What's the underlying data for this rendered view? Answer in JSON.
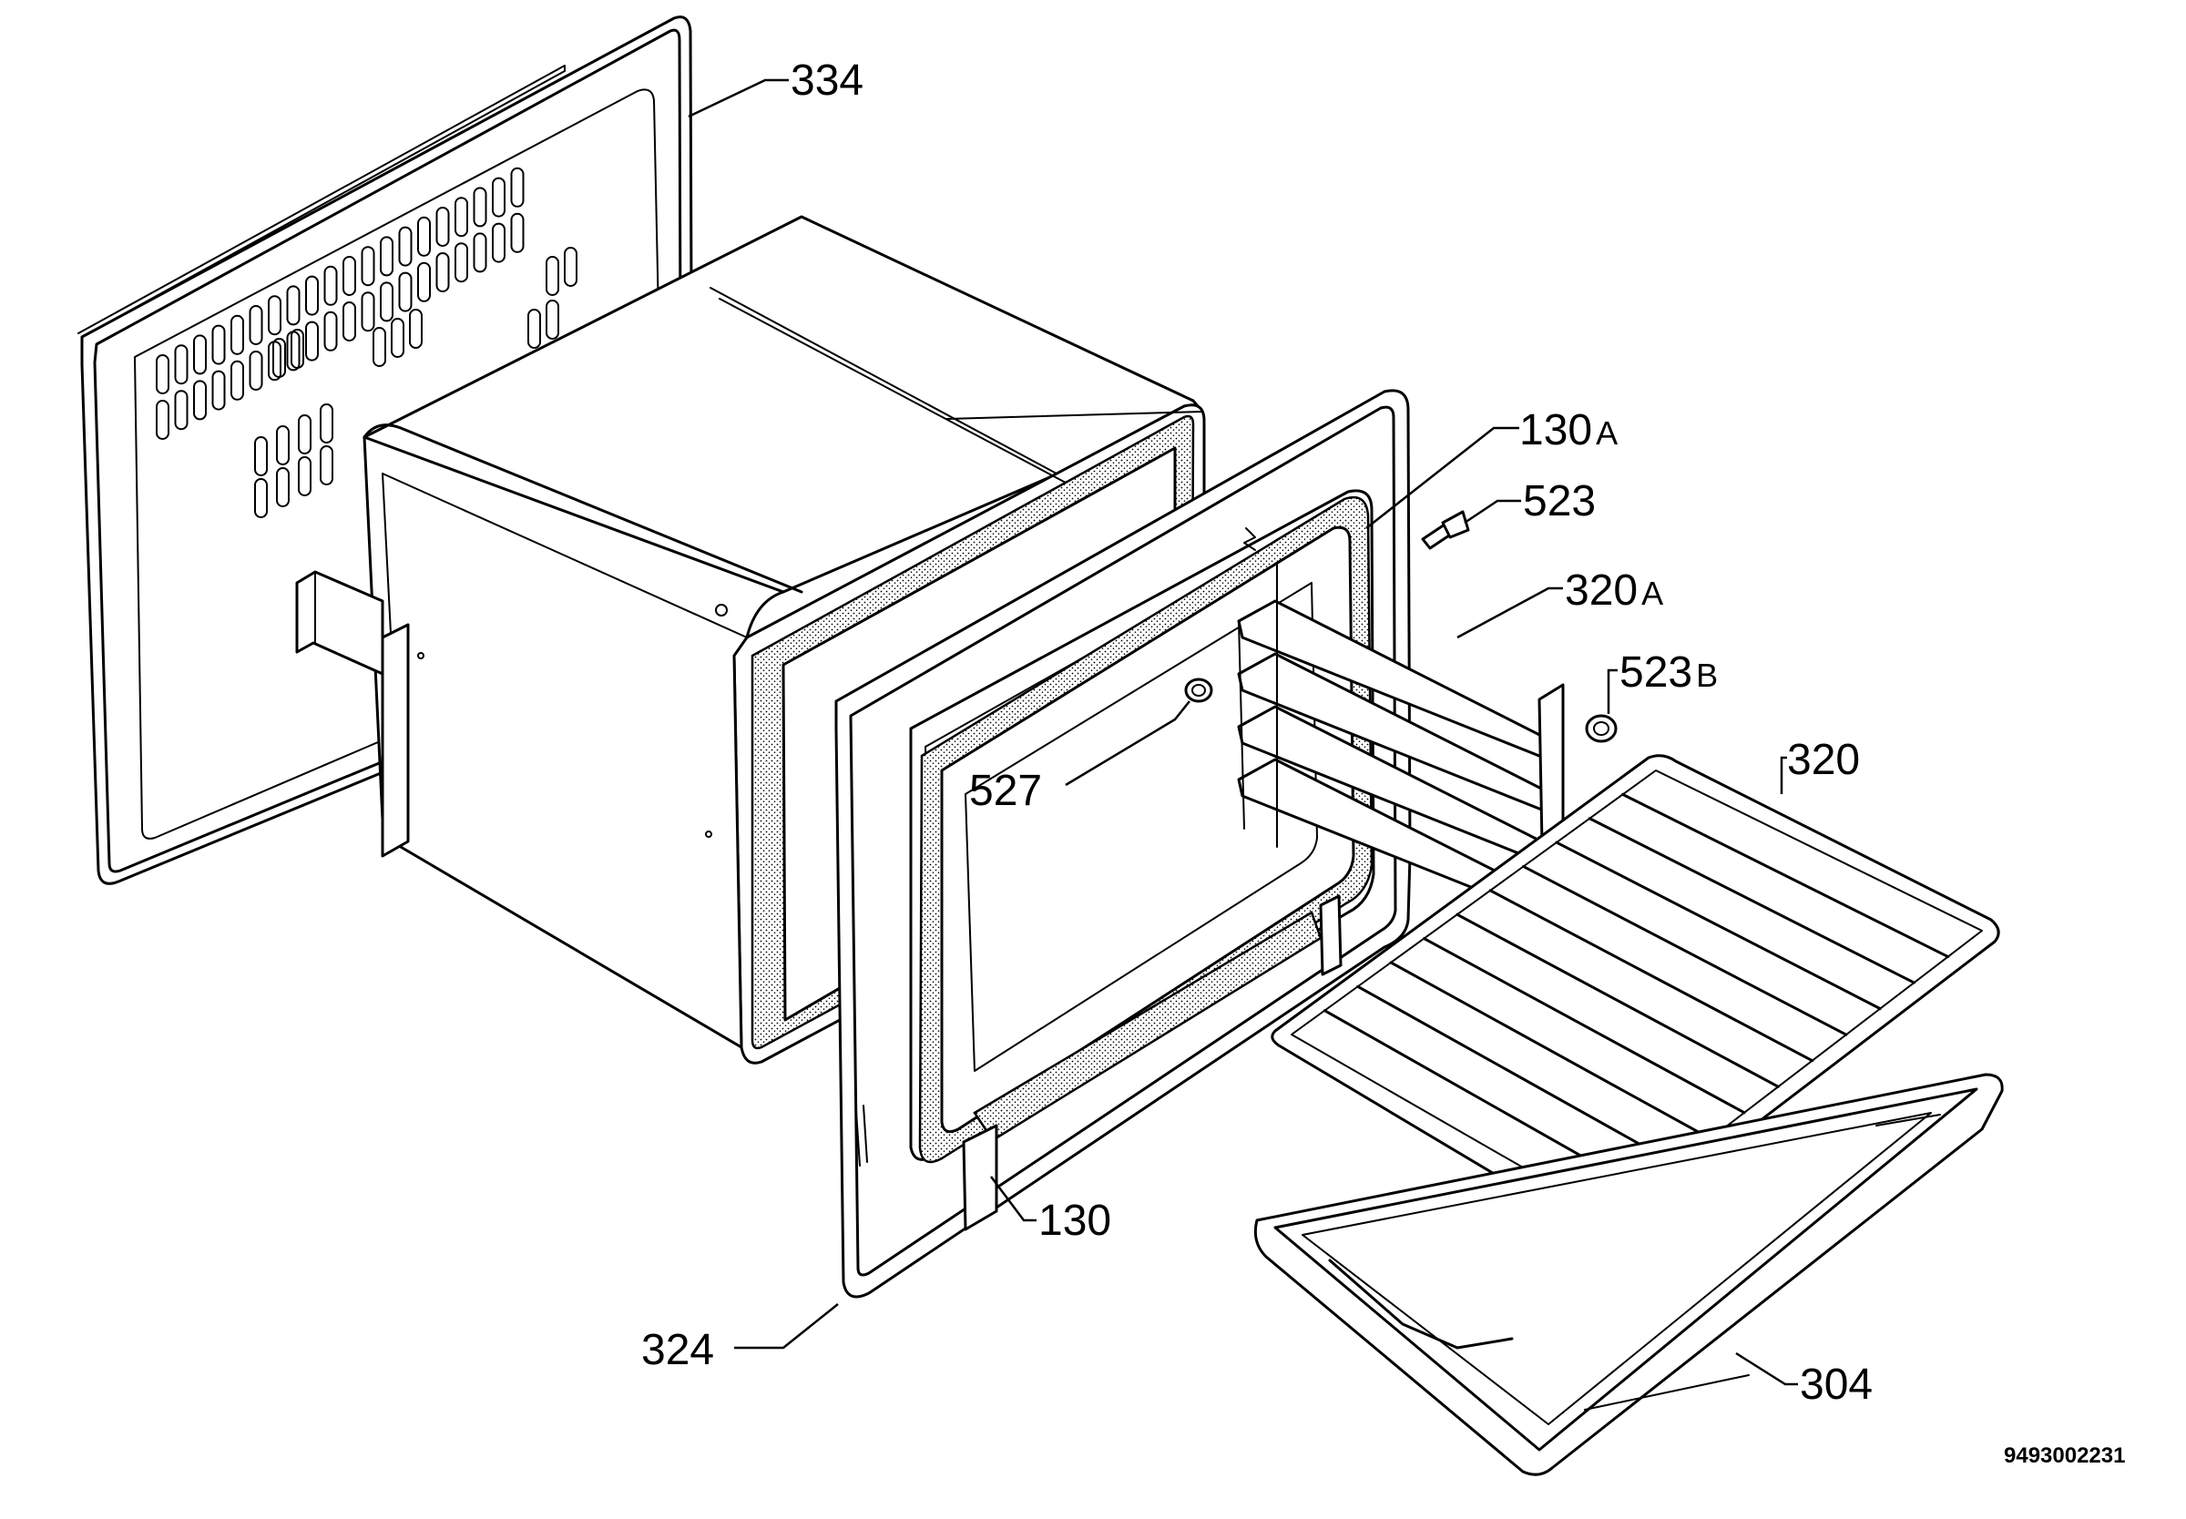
{
  "labels": {
    "l334": "334",
    "l130a_num": "130",
    "l130a_suf": "A",
    "l523": "523",
    "l320a_num": "320",
    "l320a_suf": "A",
    "l523b_num": "523",
    "l523b_suf": "B",
    "l320": "320",
    "l527": "527",
    "l130": "130",
    "l324": "324",
    "l304": "304"
  },
  "doc_id": "9493002231"
}
